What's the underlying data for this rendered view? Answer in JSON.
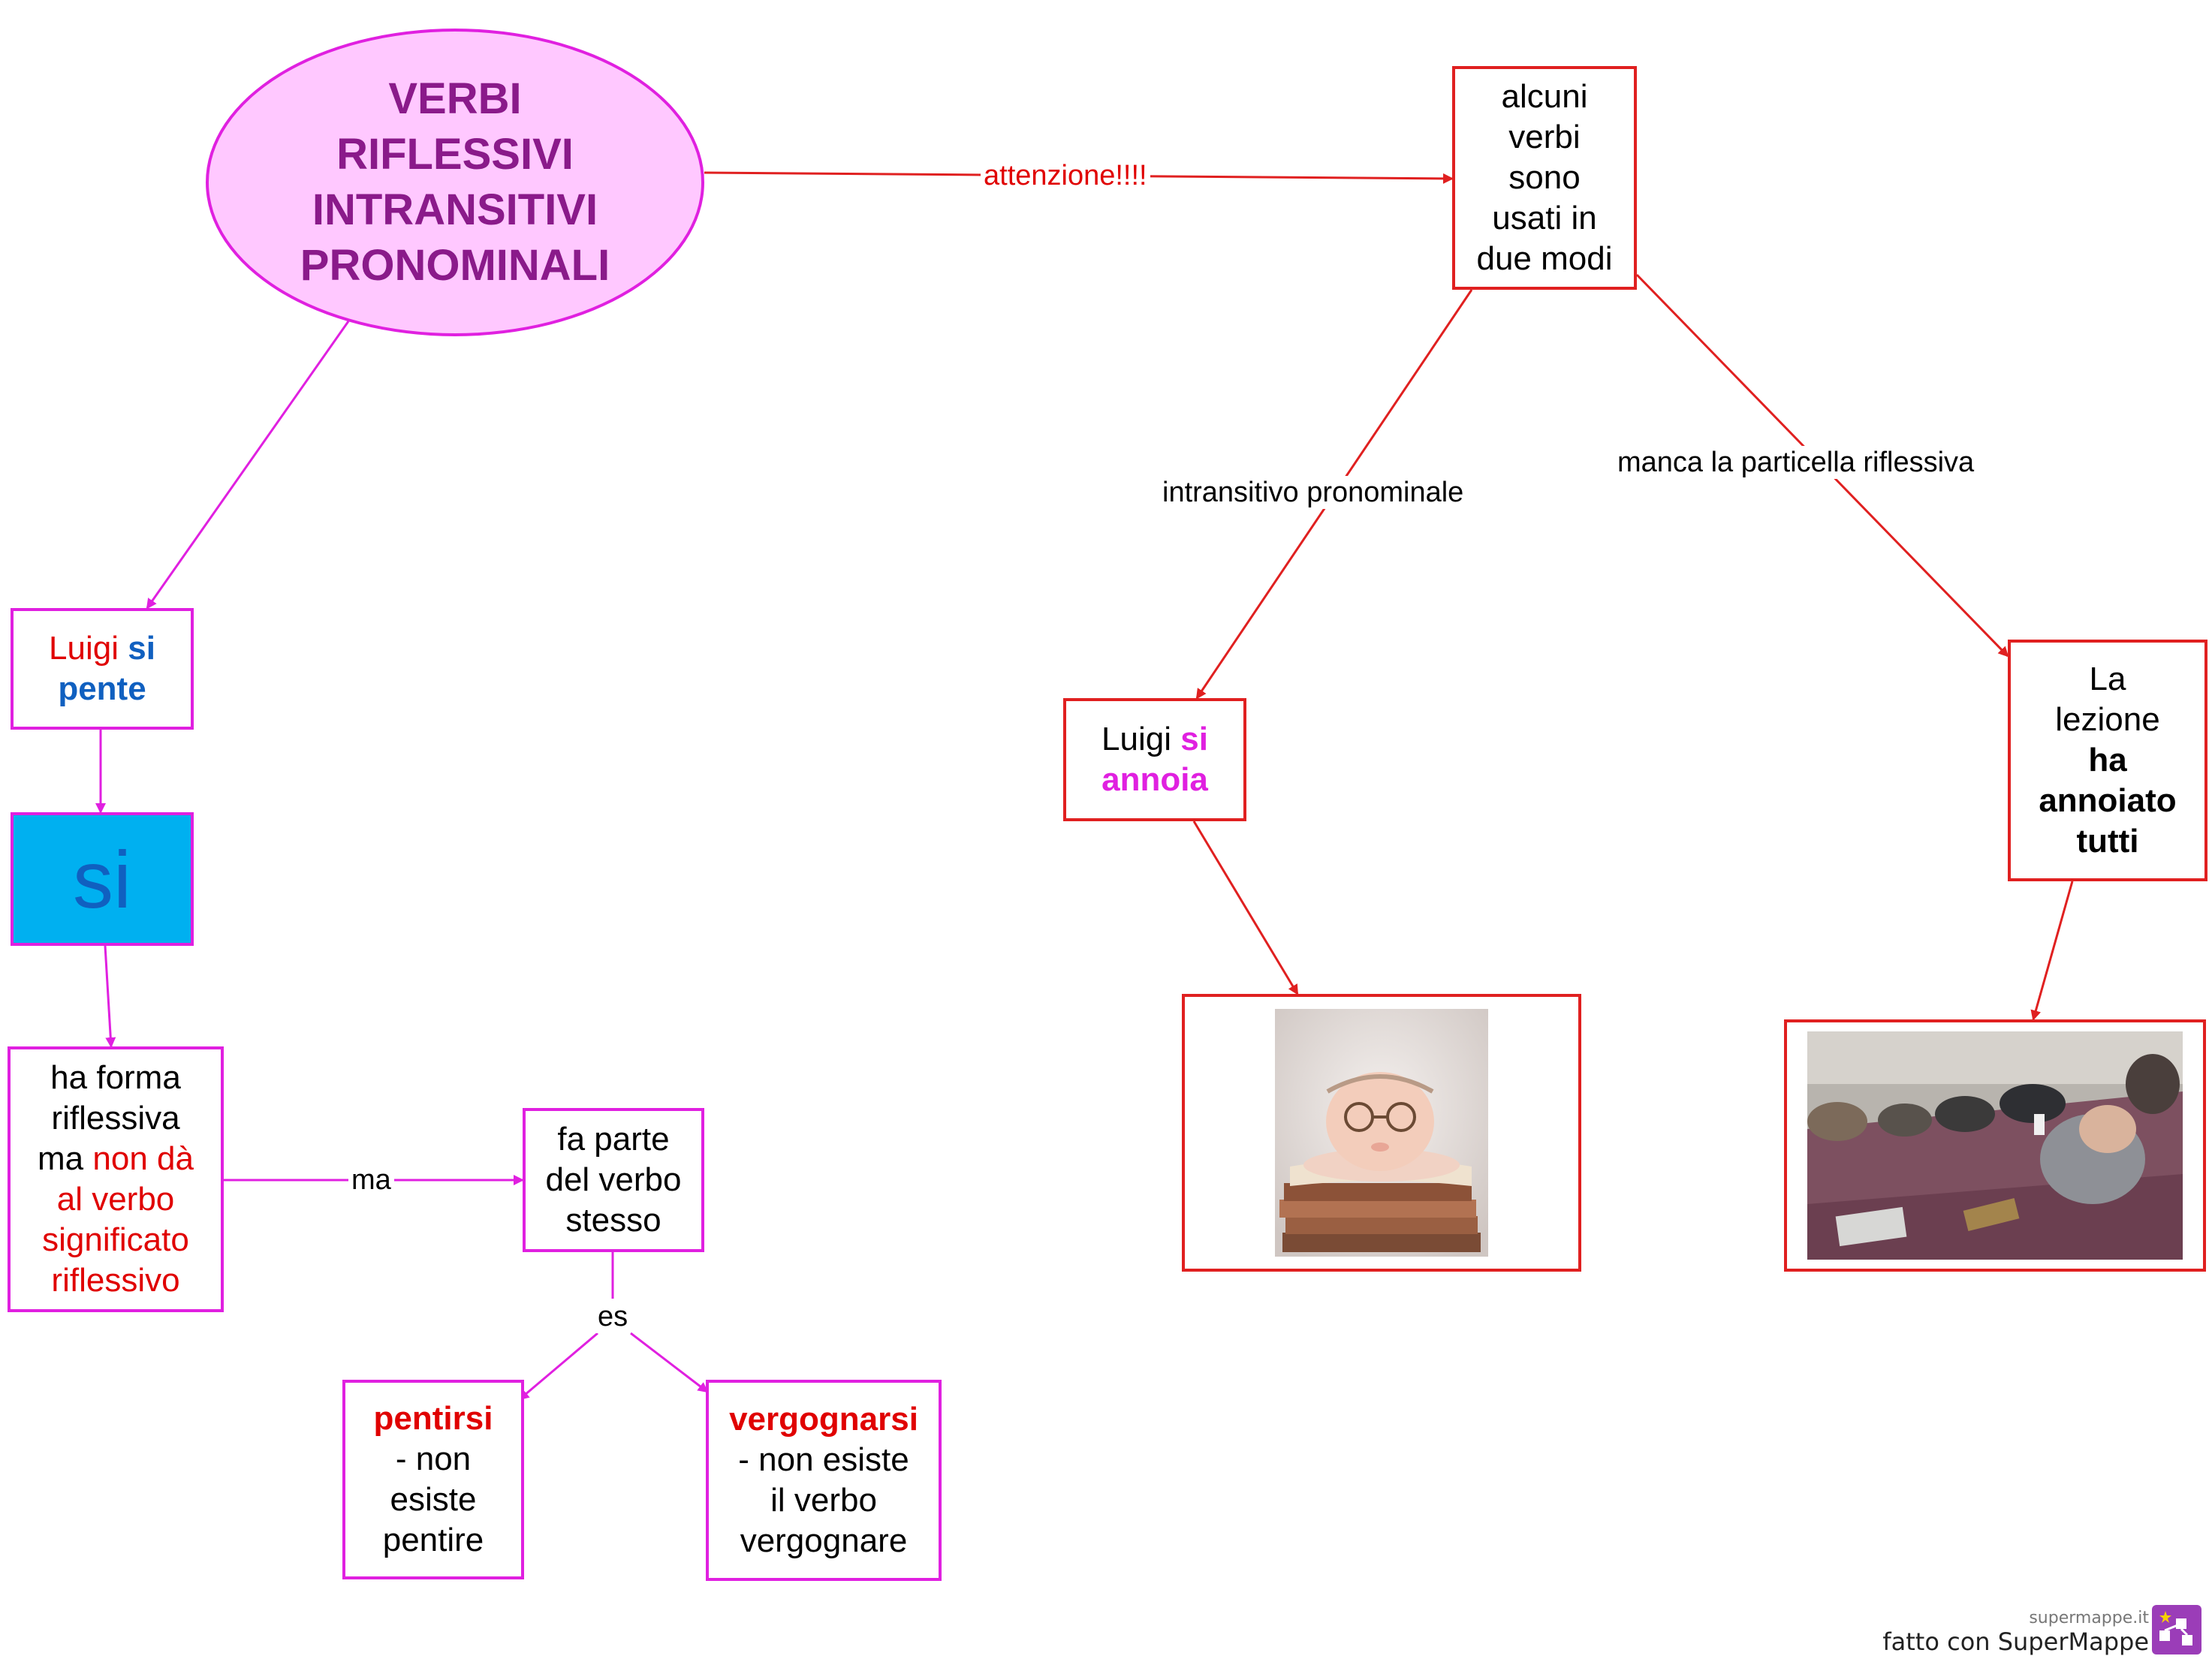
{
  "title_lines": [
    "VERBI",
    "RIFLESSIVI",
    "INTRANSITIVI",
    "PRONOMINALI"
  ],
  "nodes": {
    "luigi_pente": {
      "a": "Luigi",
      "b": "si",
      "c": "pente"
    },
    "si": "si",
    "forma": {
      "l1": "ha forma",
      "l2": "riflessiva",
      "l3a": "ma",
      "l3b": "non dà",
      "l4": "al verbo",
      "l5": "significato",
      "l6": "riflessivo"
    },
    "parte": {
      "l1": "fa parte",
      "l2": "del verbo",
      "l3": "stesso"
    },
    "pentirsi": {
      "l1": "pentirsi",
      "l2": "- non",
      "l3": "esiste",
      "l4": "pentire"
    },
    "vergognarsi": {
      "l1": "vergognarsi",
      "l2": "- non esiste",
      "l3": "il verbo",
      "l4": "vergognare"
    },
    "modi": {
      "l1": "alcuni",
      "l2": "verbi",
      "l3": "sono",
      "l4": "usati in",
      "l5": "due modi"
    },
    "annoia": {
      "a": "Luigi",
      "b": "si",
      "c": "annoia"
    },
    "lezione": {
      "l1": "La",
      "l2": "lezione",
      "l3": "ha",
      "l4": "annoiato",
      "l5": "tutti"
    }
  },
  "links": {
    "attenzione": "attenzione!!!!",
    "ma": "ma",
    "es": "es",
    "intransitivo": "intransitivo pronominale",
    "manca": "manca la particella riflessiva"
  },
  "brand": {
    "site": "supermappe.it",
    "made": "fatto con SuperMappe"
  },
  "colors": {
    "magenta": "#e020e0",
    "red": "#e02020",
    "ellipse_fill": "#ffc8ff",
    "si_fill": "#00b0f0"
  }
}
